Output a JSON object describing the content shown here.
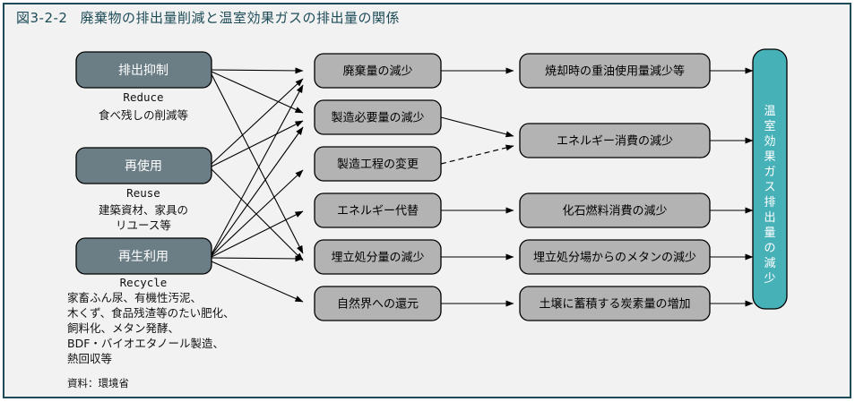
{
  "title": {
    "figure_number": "図3-2-2",
    "text": "廃棄物の排出量削減と温室効果ガスの排出量の関係"
  },
  "colors": {
    "frame_border": "#1d4c58",
    "panel_bg": "#f2f2f2",
    "left_box_fill": "#6b7d85",
    "left_box_stroke": "#000000",
    "mid_box_fill": "#b3b3b3",
    "right_box_fill": "#b3b3b3",
    "goal_box_fill": "#47b1b8",
    "arrow": "#000000",
    "title_text": "#1d4c58"
  },
  "left_column": [
    {
      "id": "reduce",
      "label": "排出抑制",
      "english": "Reduce",
      "detail": [
        "食べ残しの削減等"
      ]
    },
    {
      "id": "reuse",
      "label": "再使用",
      "english": "Reuse",
      "detail": [
        "建築資材、家具の",
        "リユース等"
      ]
    },
    {
      "id": "recycle",
      "label": "再生利用",
      "english": "Recycle",
      "detail": [
        "家畜ふん尿、有機性汚泥、",
        "木くず、食品残渣等のたい肥化、",
        "飼料化、メタン発酵、",
        "BDF・バイオエタノール製造、",
        "熱回収等"
      ]
    }
  ],
  "middle_column": [
    {
      "id": "m1",
      "label": "廃棄量の減少"
    },
    {
      "id": "m2",
      "label": "製造必要量の減少"
    },
    {
      "id": "m3",
      "label": "製造工程の変更"
    },
    {
      "id": "m4",
      "label": "エネルギー代替"
    },
    {
      "id": "m5",
      "label": "埋立処分量の減少"
    },
    {
      "id": "m6",
      "label": "自然界への還元"
    }
  ],
  "right_column": [
    {
      "id": "r1",
      "label": "焼却時の重油使用量減少等"
    },
    {
      "id": "r2",
      "label": "エネルギー消費の減少"
    },
    {
      "id": "r3",
      "label": "化石燃料消費の減少"
    },
    {
      "id": "r4",
      "label": "埋立処分場からのメタンの減少"
    },
    {
      "id": "r5",
      "label": "土壌に蓄積する炭素量の増加"
    }
  ],
  "goal_box": {
    "id": "goal",
    "label": "温室効果ガス排出量の減少",
    "characters": [
      "温",
      "室",
      "効",
      "果",
      "ガ",
      "ス",
      "排",
      "出",
      "量",
      "の",
      "減",
      "少"
    ]
  },
  "connections": {
    "left_to_middle": [
      {
        "from": "reduce",
        "to": "m1",
        "style": "solid"
      },
      {
        "from": "reduce",
        "to": "m2",
        "style": "solid"
      },
      {
        "from": "reduce",
        "to": "m5",
        "style": "solid"
      },
      {
        "from": "reuse",
        "to": "m1",
        "style": "solid"
      },
      {
        "from": "reuse",
        "to": "m2",
        "style": "solid"
      },
      {
        "from": "reuse",
        "to": "m5",
        "style": "solid"
      },
      {
        "from": "recycle",
        "to": "m1",
        "style": "solid"
      },
      {
        "from": "recycle",
        "to": "m2",
        "style": "solid"
      },
      {
        "from": "recycle",
        "to": "m3",
        "style": "solid"
      },
      {
        "from": "recycle",
        "to": "m4",
        "style": "solid"
      },
      {
        "from": "recycle",
        "to": "m5",
        "style": "solid"
      },
      {
        "from": "recycle",
        "to": "m6",
        "style": "solid"
      }
    ],
    "middle_to_right": [
      {
        "from": "m1",
        "to": "r1",
        "style": "solid"
      },
      {
        "from": "m2",
        "to": "r2",
        "style": "solid"
      },
      {
        "from": "m3",
        "to": "r2",
        "style": "dashed"
      },
      {
        "from": "m4",
        "to": "r3",
        "style": "solid"
      },
      {
        "from": "m5",
        "to": "r4",
        "style": "solid"
      },
      {
        "from": "m6",
        "to": "r5",
        "style": "solid"
      }
    ],
    "right_to_goal": [
      {
        "from": "r1",
        "to": "goal",
        "style": "solid"
      },
      {
        "from": "r2",
        "to": "goal",
        "style": "solid"
      },
      {
        "from": "r3",
        "to": "goal",
        "style": "solid"
      },
      {
        "from": "r4",
        "to": "goal",
        "style": "solid"
      },
      {
        "from": "r5",
        "to": "goal",
        "style": "solid"
      }
    ]
  },
  "source": {
    "label": "資料：環境省"
  }
}
